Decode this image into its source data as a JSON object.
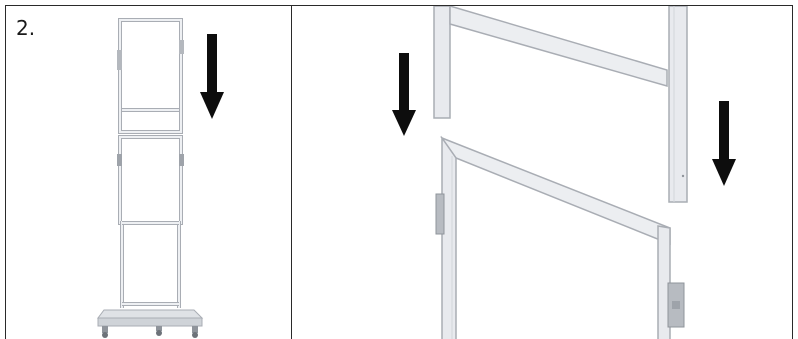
{
  "step": {
    "number": "2."
  },
  "figure": {
    "left_panel": {
      "icon": "stand-assembly-illustration"
    },
    "right_panel": {
      "icon": "frame-joint-closeup-illustration"
    },
    "arrow_color": "#0d0d0d",
    "frame_color": "#e6e8ec",
    "frame_edge_color": "#a9adb4"
  }
}
